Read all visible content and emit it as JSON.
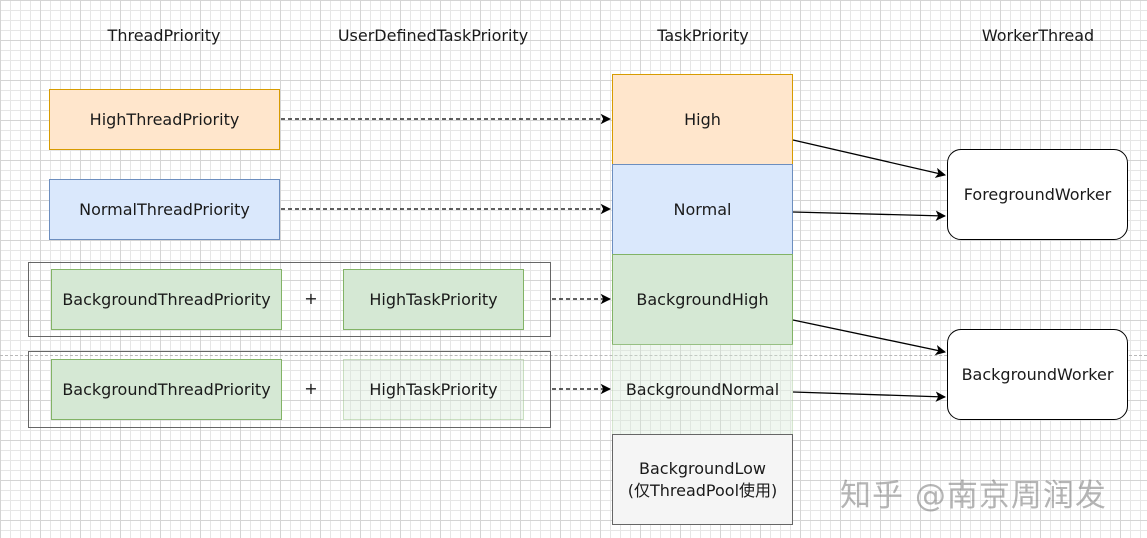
{
  "headers": {
    "thread_priority": "ThreadPriority",
    "user_defined": "UserDefinedTaskPriority",
    "task_priority": "TaskPriority",
    "worker_thread": "WorkerThread"
  },
  "thread_boxes": {
    "high": "HighThreadPriority",
    "normal": "NormalThreadPriority",
    "background_1": "BackgroundThreadPriority",
    "background_2": "BackgroundThreadPriority"
  },
  "operators": {
    "plus_1": "+",
    "plus_2": "+"
  },
  "user_defined_boxes": {
    "high_task_1": "HighTaskPriority",
    "high_task_2": "HighTaskPriority"
  },
  "task_priorities": {
    "high": "High",
    "normal": "Normal",
    "background_high": "BackgroundHigh",
    "background_normal": "BackgroundNormal",
    "background_low_line1": "BackgroundLow",
    "background_low_line2": "(仅ThreadPool使用)"
  },
  "workers": {
    "foreground": "ForegroundWorker",
    "background": "BackgroundWorker"
  },
  "watermark": "知乎 @南京周润发",
  "colors": {
    "orange_fill": "#ffe6cc",
    "orange_stroke": "#d79b00",
    "blue_fill": "#dae8fc",
    "blue_stroke": "#6c8ebf",
    "green_fill": "#d5e8d4",
    "green_stroke": "#82b366",
    "gray_fill": "#f5f5f5",
    "gray_stroke": "#666666"
  }
}
